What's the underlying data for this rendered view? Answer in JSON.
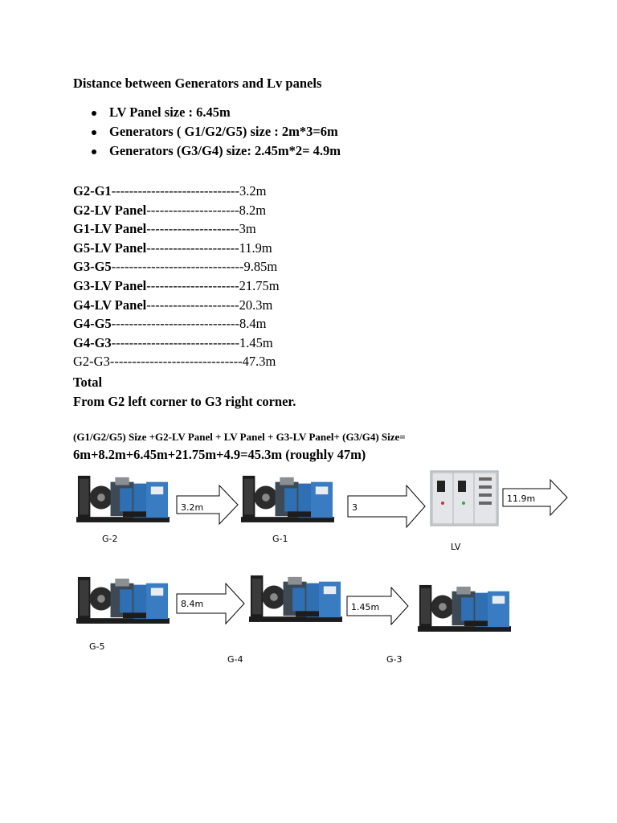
{
  "title": "Distance between Generators and Lv panels",
  "bullets": [
    "LV Panel size : 6.45m",
    "Generators ( G1/G2/G5) size : 2m*3=6m",
    "Generators (G3/G4) size: 2.45m*2= 4.9m"
  ],
  "distances": [
    {
      "label": "G2-G1",
      "dashes": "-----------------------------",
      "value": "3.2m"
    },
    {
      "label": "G2-LV Panel",
      "dashes": "---------------------",
      "value": "8.2m"
    },
    {
      "label": "G1-LV Panel",
      "dashes": "---------------------",
      "value": "3m"
    },
    {
      "label": "G5-LV Panel",
      "dashes": "---------------------",
      "value": "11.9m"
    },
    {
      "label": "G3-G5",
      "dashes": "------------------------------",
      "value": "9.85m"
    },
    {
      "label": "G3-LV Panel",
      "dashes": "---------------------",
      "value": "21.75m"
    },
    {
      "label": "G4-LV Panel",
      "dashes": "---------------------",
      "value": "20.3m"
    },
    {
      "label": "G4-G5",
      "dashes": "-----------------------------",
      "value": "8.4m"
    },
    {
      "label": "G4-G3",
      "dashes": "-----------------------------",
      "value": "1.45m"
    },
    {
      "label": "G2-G3",
      "dashes": "------------------------------",
      "value": "47.3m"
    }
  ],
  "total_label": "Total",
  "from_text": "From G2 left corner to G3 right corner.",
  "formula": "(G1/G2/G5) Size +G2-LV Panel + LV Panel + G3-LV Panel+ (G3/G4) Size=",
  "result": "6m+8.2m+6.45m+21.75m+4.9=45.3m (roughly 47m)",
  "diagram": {
    "captions": [
      "G-2",
      "G-1",
      "LV",
      "G-5",
      "G-4",
      "G-3"
    ],
    "arrows": [
      "3.2m",
      "3",
      "11.9m",
      "8.4m",
      "1.45m"
    ]
  },
  "colors": {
    "generator_blue": "#2f6fb3",
    "generator_dark": "#1c1c1c",
    "panel_gray": "#d9dcdf"
  }
}
